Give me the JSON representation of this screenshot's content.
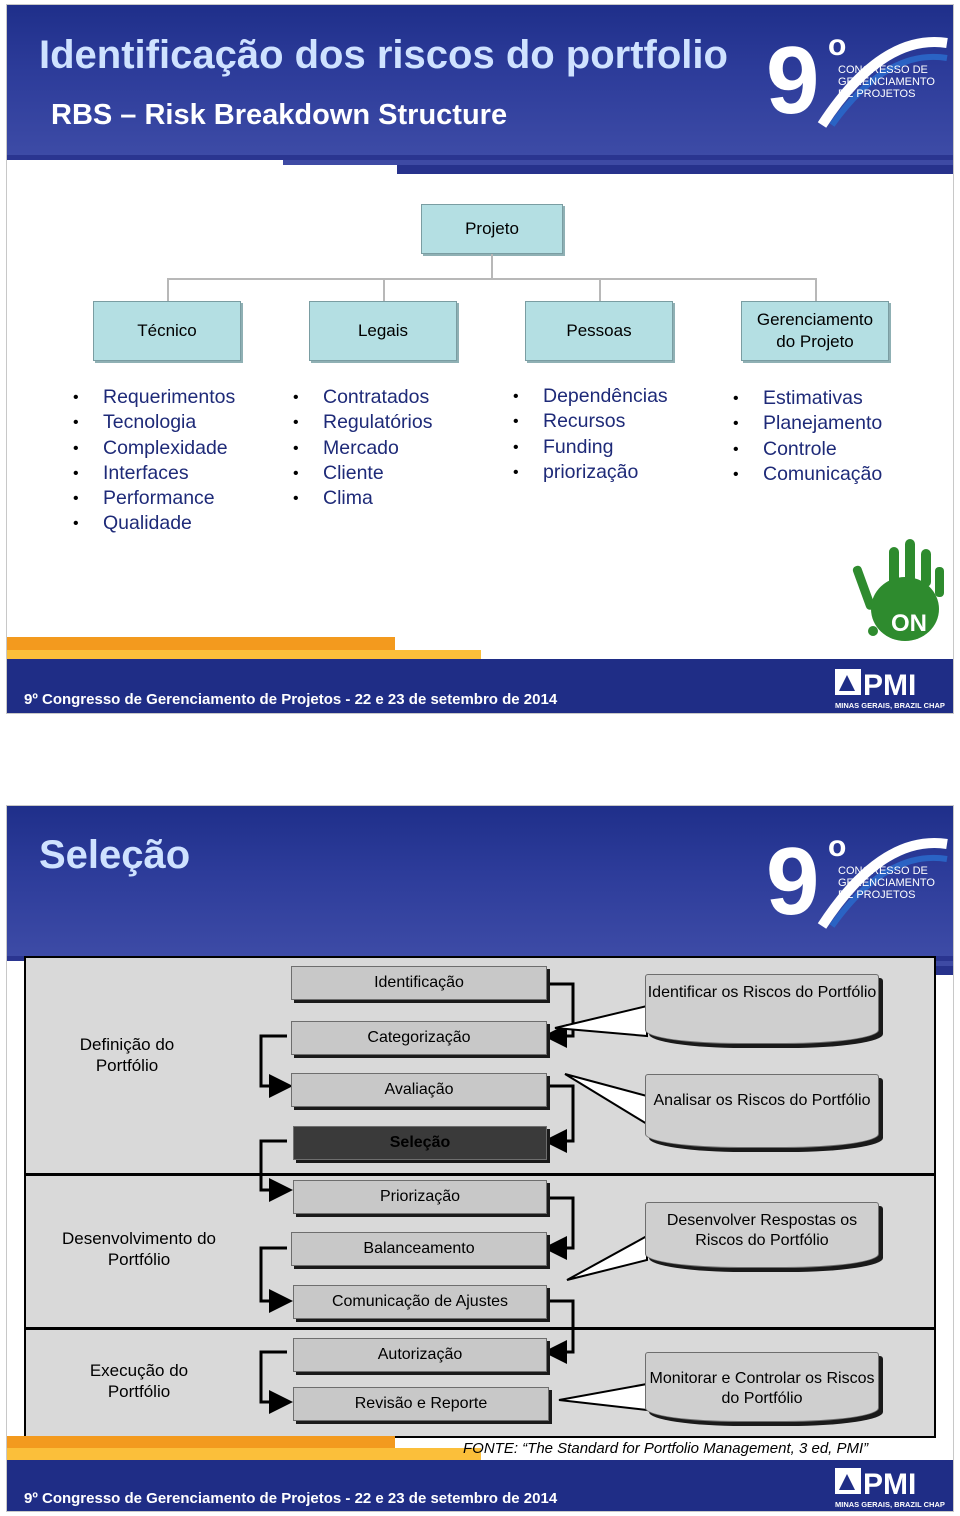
{
  "slide1": {
    "title": "Identificação dos riscos do portfolio",
    "subtitle": "RBS – Risk Breakdown Structure",
    "root": "Projeto",
    "categories": [
      {
        "label": "Técnico",
        "items": [
          "Requerimentos",
          "Tecnologia",
          "Complexidade",
          "Interfaces",
          "Performance",
          "Qualidade"
        ]
      },
      {
        "label": "Legais",
        "items": [
          "Contratados",
          "Regulatórios",
          "Mercado",
          "Cliente",
          "Clima"
        ]
      },
      {
        "label": "Pessoas",
        "items": [
          "Dependências",
          "Recursos",
          "Funding",
          "priorização"
        ]
      },
      {
        "label": "Gerenciamento do Projeto",
        "items": [
          "Estimativas",
          "Planejamento",
          "Controle",
          "Comunicação"
        ]
      }
    ],
    "footer": "9º Congresso de Gerenciamento de Projetos - 22 e 23 de setembro de 2014"
  },
  "slide2": {
    "title": "Seleção",
    "phases": [
      "Definição do Portfólio",
      "Desenvolvimento do Portfólio",
      "Execução do Portfólio"
    ],
    "processes": [
      "Identificação",
      "Categorização",
      "Avaliação",
      "Seleção",
      "Priorização",
      "Balanceamento",
      "Comunicação de Ajustes",
      "Autorização",
      "Revisão e Reporte"
    ],
    "risk_processes": [
      "Identificar os Riscos do Portfólio",
      "Analisar os Riscos do Portfólio",
      "Desenvolver Respostas os Riscos do Portfólio",
      "Monitorar e Controlar os Riscos do Portfólio"
    ],
    "source": "FONTE: “The Standard for Portfolio Management, 3 ed, PMI”",
    "footer": "9º Congresso de Gerenciamento de Projetos - 22 e 23 de setembro de 2014"
  },
  "logo": {
    "number": "9",
    "ordinal": "o",
    "lines": [
      "CONGRESSO DE",
      "GERENCIAMENTO",
      "DE PROJETOS"
    ]
  },
  "hand_logo": {
    "text": "ON"
  },
  "pmi_logo": {
    "text": "PMI",
    "chapter": "MINAS GERAIS, BRAZIL CHAPTER"
  },
  "colors": {
    "header": "#2d3c9a",
    "footer": "#1f2d86",
    "accent_orange": "#f39a1e",
    "box": "#b4dfe3",
    "list_text": "#1e2a78",
    "green": "#2e8b2e"
  }
}
